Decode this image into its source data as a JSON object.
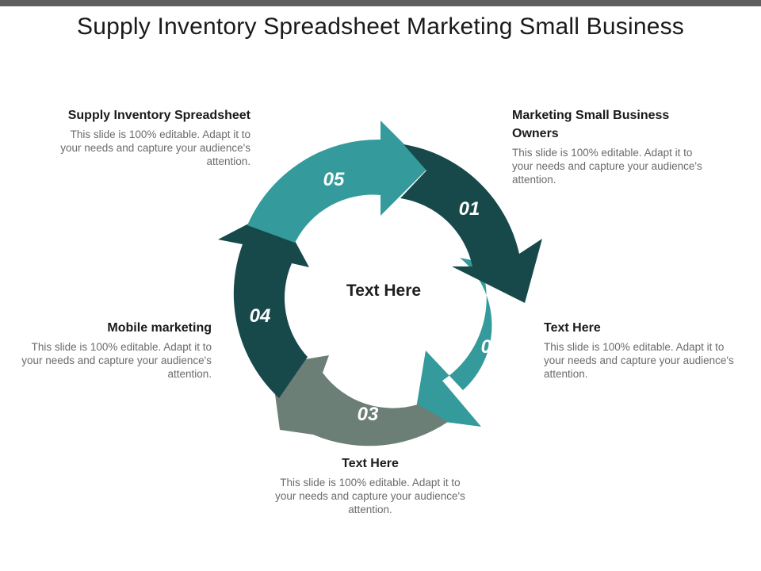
{
  "title": "Supply Inventory Spreadsheet Marketing Small Business",
  "center_label": "Text Here",
  "colors": {
    "teal": "#349a9b",
    "dark_teal": "#17494b",
    "gray_green": "#6b7f77",
    "top_bar": "#5f5f5f"
  },
  "segments": [
    {
      "number": "01",
      "color": "#17494b"
    },
    {
      "number": "02",
      "color": "#349a9b"
    },
    {
      "number": "03",
      "color": "#6b7f77"
    },
    {
      "number": "04",
      "color": "#17494b"
    },
    {
      "number": "05",
      "color": "#349a9b"
    }
  ],
  "blocks": [
    {
      "title": "Supply Inventory Spreadsheet",
      "text": "This slide is 100% editable. Adapt it to your needs and capture your audience's attention."
    },
    {
      "title": "Marketing Small Business Owners",
      "text": "This slide is 100% editable. Adapt it to your needs and capture your audience's attention."
    },
    {
      "title": "Mobile marketing",
      "text": "This slide is 100% editable. Adapt it to your needs and capture your audience's attention."
    },
    {
      "title": "Text Here",
      "text": "This slide is 100% editable. Adapt it to your needs and capture your audience's attention."
    },
    {
      "title": "Text Here",
      "text": "This slide is 100% editable. Adapt it to your needs and capture your audience's attention."
    }
  ]
}
